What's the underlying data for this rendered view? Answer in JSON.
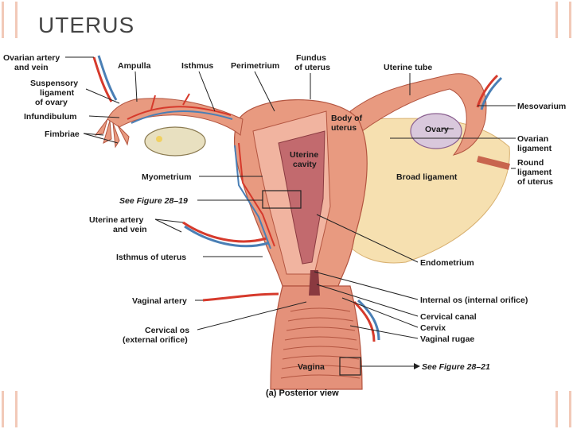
{
  "title": "UTERUS",
  "labels": {
    "ovarian_artery_vein": [
      "Ovarian artery",
      "and vein"
    ],
    "ampulla": "Ampulla",
    "isthmus": "Isthmus",
    "perimetrium": "Perimetrium",
    "fundus": [
      "Fundus",
      "of uterus"
    ],
    "uterine_tube": "Uterine tube",
    "suspensory": [
      "Suspensory",
      "ligament",
      "of ovary"
    ],
    "infundibulum": "Infundibulum",
    "fimbriae": "Fimbriae",
    "body_of_uterus": [
      "Body of",
      "uterus"
    ],
    "ovary": "Ovary",
    "mesovarium": "Mesovarium",
    "ovarian_ligament": [
      "Ovarian",
      "ligament"
    ],
    "uterine_cavity": [
      "Uterine",
      "cavity"
    ],
    "round_ligament": [
      "Round",
      "ligament",
      "of uterus"
    ],
    "myometrium": "Myometrium",
    "broad_ligament": "Broad ligament",
    "see_fig_28_19": "See Figure 28–19",
    "uterine_artery_vein": [
      "Uterine artery",
      "and vein"
    ],
    "isthmus_of_uterus": "Isthmus of uterus",
    "endometrium": "Endometrium",
    "vaginal_artery": "Vaginal artery",
    "internal_os": "Internal os (internal orifice)",
    "cervical_canal": "Cervical canal",
    "cervical_os": [
      "Cervical os",
      "(external orifice)"
    ],
    "cervix": "Cervix",
    "vaginal_rugae": "Vaginal rugae",
    "vagina": "Vagina",
    "see_fig_28_21": "See Figure 28–21",
    "caption": "(a)  Posterior view"
  },
  "colors": {
    "tissue": "#e89a80",
    "tissue_dark": "#c8654e",
    "cavity": "#c26a6e",
    "broad_ligament": "#f6e0b0",
    "ovary": "#d9c8dc",
    "artery": "#d63a2c",
    "vein": "#4a7fb5",
    "deco": "#f2c9b8"
  }
}
